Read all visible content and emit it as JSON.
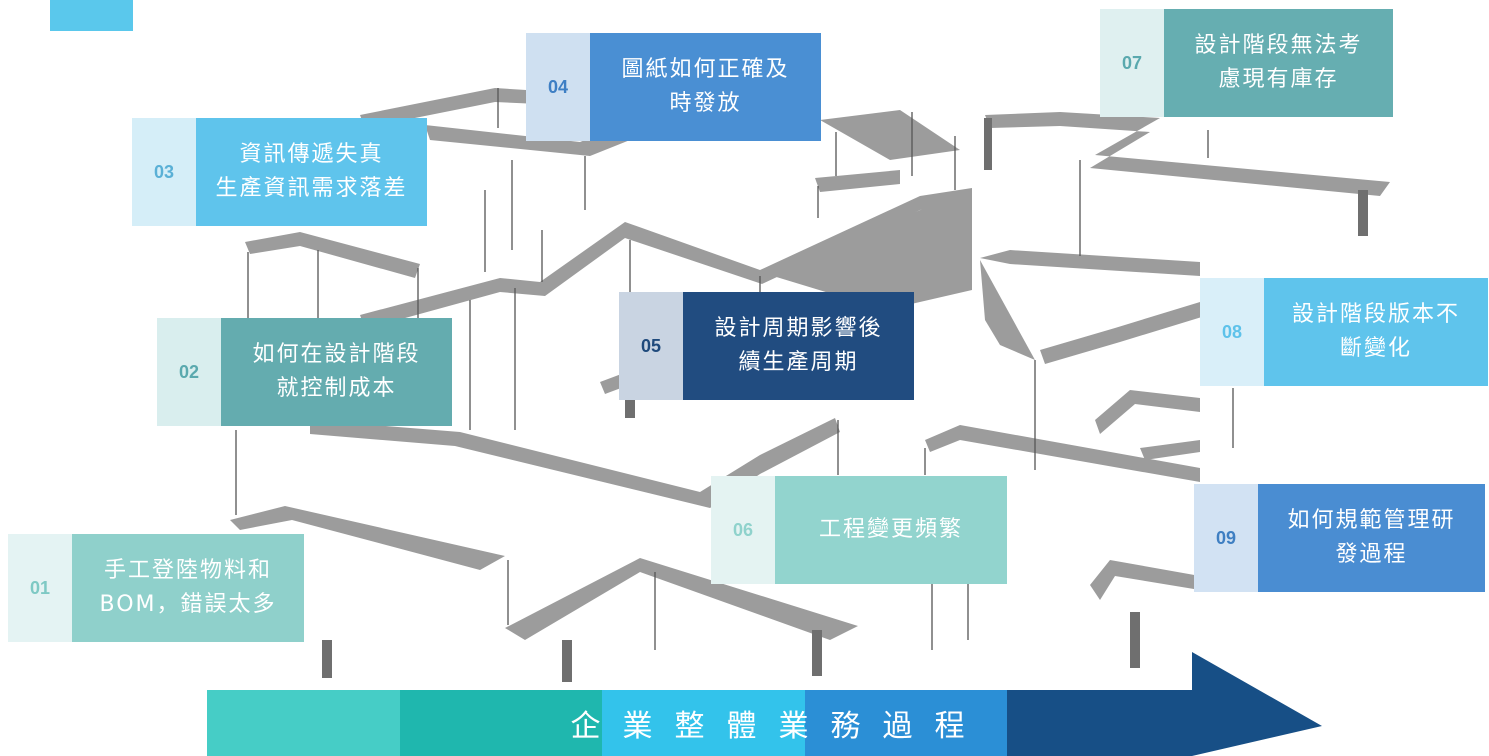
{
  "cards": [
    {
      "id": "c01",
      "number": "01",
      "text": "手工登陸物料和\nBOM，錯誤太多",
      "num_bg": "#e4f3f3",
      "num_color": "#7ec9c4",
      "text_bg": "#8fd0cb"
    },
    {
      "id": "c02",
      "number": "02",
      "text": "如何在設計階段\n就控制成本",
      "num_bg": "#d9eeee",
      "num_color": "#5aa9ae",
      "text_bg": "#64acaf"
    },
    {
      "id": "c03",
      "number": "03",
      "text": "資訊傳遞失真\n生產資訊需求落差",
      "num_bg": "#d5eef8",
      "num_color": "#5ab0d6",
      "text_bg": "#5fc4ec"
    },
    {
      "id": "c04",
      "number": "04",
      "text": "圖紙如何正確及\n時發放",
      "num_bg": "#cfe0f1",
      "num_color": "#3e7fc4",
      "text_bg": "#4a8fd3"
    },
    {
      "id": "c05",
      "number": "05",
      "text": "設計周期影響後\n續生產周期",
      "num_bg": "#c9d4e2",
      "num_color": "#1f4a7c",
      "text_bg": "#214c80"
    },
    {
      "id": "c06",
      "number": "06",
      "text": "工程變更頻繁",
      "num_bg": "#e4f3f2",
      "num_color": "#8fd2cc",
      "text_bg": "#92d4ce"
    },
    {
      "id": "c07",
      "number": "07",
      "text": "設計階段無法考\n慮現有庫存",
      "num_bg": "#dff0f0",
      "num_color": "#5aa9ae",
      "text_bg": "#66aeb1"
    },
    {
      "id": "c08",
      "number": "08",
      "text": "設計階段版本不\n斷變化",
      "num_bg": "#d9eff9",
      "num_color": "#5ec2ea",
      "text_bg": "#5fc4ec"
    },
    {
      "id": "c09",
      "number": "09",
      "text": "如何規範管理研\n發過程",
      "num_bg": "#d2e2f3",
      "num_color": "#3f7fc2",
      "text_bg": "#4a8dd2"
    }
  ],
  "process_arrow": {
    "label": "企業整體業務過程",
    "segment_colors": [
      "#46cdc6",
      "#1fb7ae",
      "#33c3eb",
      "#2b8fd6",
      "#174f86"
    ]
  }
}
